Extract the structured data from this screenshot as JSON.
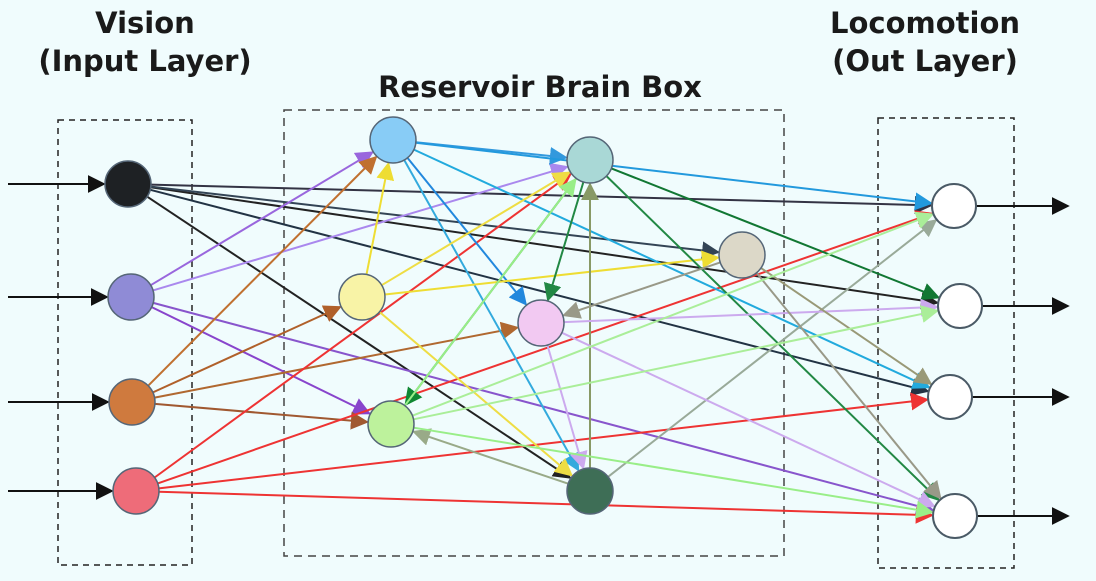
{
  "titles": {
    "vision": "Vision",
    "input_layer": "(Input Layer)",
    "reservoir": "Reservoir Brain Box",
    "locomotion": "Locomotion",
    "out_layer": "(Out Layer)"
  },
  "nodes": [
    {
      "id": "in1",
      "fill": "#1e2124"
    },
    {
      "id": "in2",
      "fill": "#8f8bd6"
    },
    {
      "id": "in3",
      "fill": "#cf7a3e"
    },
    {
      "id": "in4",
      "fill": "#ee6c79"
    },
    {
      "id": "r_blue",
      "fill": "#88ccf6"
    },
    {
      "id": "r_teal",
      "fill": "#a9d8d6"
    },
    {
      "id": "r_yellow",
      "fill": "#f8f3a6"
    },
    {
      "id": "r_beige",
      "fill": "#dcd8c8"
    },
    {
      "id": "r_pink",
      "fill": "#f2c9f2"
    },
    {
      "id": "r_green",
      "fill": "#bdf29c"
    },
    {
      "id": "r_dark",
      "fill": "#3e6e56"
    },
    {
      "id": "out1",
      "fill": "#ffffff"
    },
    {
      "id": "out2",
      "fill": "#ffffff"
    },
    {
      "id": "out3",
      "fill": "#ffffff"
    },
    {
      "id": "out4",
      "fill": "#ffffff"
    }
  ],
  "connections": [
    {
      "from": "in1",
      "to": "out1",
      "color": "#333344"
    },
    {
      "from": "in1",
      "to": "out2",
      "color": "#222222"
    },
    {
      "from": "in1",
      "to": "out3",
      "color": "#223344"
    },
    {
      "from": "in1",
      "to": "r_dark",
      "color": "#222222"
    },
    {
      "from": "in1",
      "to": "r_beige",
      "color": "#334455"
    },
    {
      "from": "in2",
      "to": "r_blue",
      "color": "#9966dd"
    },
    {
      "from": "in2",
      "to": "r_teal",
      "color": "#aa88ee"
    },
    {
      "from": "in2",
      "to": "r_green",
      "color": "#8844cc"
    },
    {
      "from": "in2",
      "to": "out4",
      "color": "#8855cc"
    },
    {
      "from": "in3",
      "to": "r_blue",
      "color": "#c07030"
    },
    {
      "from": "in3",
      "to": "r_yellow",
      "color": "#b0602a"
    },
    {
      "from": "in3",
      "to": "r_pink",
      "color": "#b06830"
    },
    {
      "from": "in3",
      "to": "r_green",
      "color": "#a05830"
    },
    {
      "from": "in4",
      "to": "r_teal",
      "color": "#ee3333"
    },
    {
      "from": "in4",
      "to": "out1",
      "color": "#ee3333"
    },
    {
      "from": "in4",
      "to": "out3",
      "color": "#ee3333"
    },
    {
      "from": "in4",
      "to": "out4",
      "color": "#ee3333"
    },
    {
      "from": "r_blue",
      "to": "r_teal",
      "color": "#3399dd"
    },
    {
      "from": "r_blue",
      "to": "r_pink",
      "color": "#2288dd"
    },
    {
      "from": "r_blue",
      "to": "r_dark",
      "color": "#33aadd"
    },
    {
      "from": "r_blue",
      "to": "out1",
      "color": "#2299dd"
    },
    {
      "from": "r_blue",
      "to": "out3",
      "color": "#22aadd"
    },
    {
      "from": "r_yellow",
      "to": "r_blue",
      "color": "#eedd33"
    },
    {
      "from": "r_yellow",
      "to": "r_teal",
      "color": "#eedd44"
    },
    {
      "from": "r_yellow",
      "to": "r_beige",
      "color": "#eedd33"
    },
    {
      "from": "r_yellow",
      "to": "r_dark",
      "color": "#eedd44"
    },
    {
      "from": "r_teal",
      "to": "r_pink",
      "color": "#228844"
    },
    {
      "from": "r_teal",
      "to": "r_green",
      "color": "#118833"
    },
    {
      "from": "r_teal",
      "to": "out2",
      "color": "#117733"
    },
    {
      "from": "r_teal",
      "to": "out4",
      "color": "#228844"
    },
    {
      "from": "r_dark",
      "to": "r_teal",
      "color": "#889966"
    },
    {
      "from": "r_dark",
      "to": "r_green",
      "color": "#99aa88"
    },
    {
      "from": "r_dark",
      "to": "out1",
      "color": "#99aa99"
    },
    {
      "from": "r_pink",
      "to": "r_dark",
      "color": "#ccaaee"
    },
    {
      "from": "r_pink",
      "to": "out2",
      "color": "#ccaaee"
    },
    {
      "from": "r_pink",
      "to": "out4",
      "color": "#ccaaee"
    },
    {
      "from": "r_beige",
      "to": "r_pink",
      "color": "#999988"
    },
    {
      "from": "r_beige",
      "to": "out3",
      "color": "#999977"
    },
    {
      "from": "r_beige",
      "to": "out4",
      "color": "#999988"
    },
    {
      "from": "r_green",
      "to": "r_teal",
      "color": "#99ee88"
    },
    {
      "from": "r_green",
      "to": "out1",
      "color": "#aaee99"
    },
    {
      "from": "r_green",
      "to": "out2",
      "color": "#aaee99"
    },
    {
      "from": "r_green",
      "to": "out4",
      "color": "#99ee88"
    }
  ]
}
